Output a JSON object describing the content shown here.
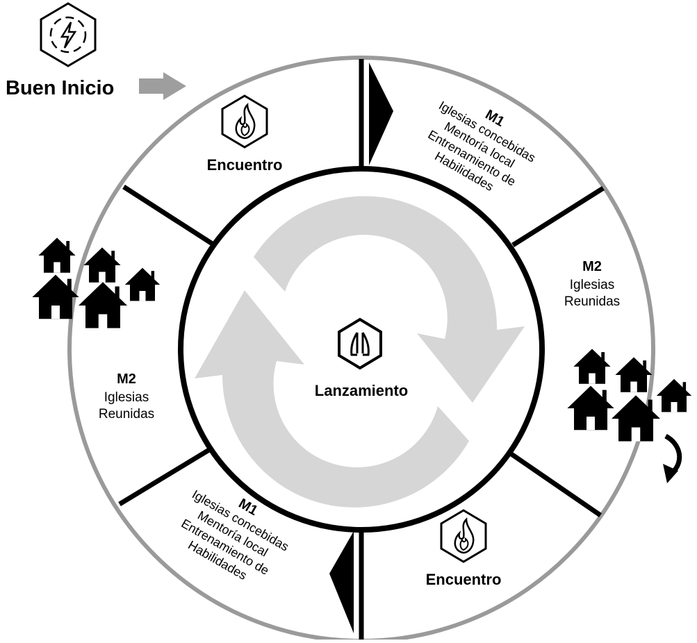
{
  "start": {
    "label": "Buen Inicio",
    "icon": "lightning-hexagon-icon"
  },
  "center": {
    "label": "Lanzamiento",
    "icon": "praying-hands-hexagon-icon",
    "cycle_icon": "cycle-arrows-icon"
  },
  "segments": {
    "encuentro_top": {
      "label": "Encuentro",
      "icon": "flame-hexagon-icon"
    },
    "m1_top": {
      "title": "M1",
      "lines": [
        "Iglesias concebidas",
        "Mentoría local",
        "Entrenamiento de",
        "Habilidades"
      ]
    },
    "m2_right": {
      "title": "M2",
      "lines": [
        "Iglesias",
        "Reunidas"
      ]
    },
    "encuentro_bottom": {
      "label": "Encuentro",
      "icon": "flame-hexagon-icon"
    },
    "m1_bottom": {
      "title": "M1",
      "lines": [
        "Iglesias concebidas",
        "Mentoría local",
        "Entrenamiento de",
        "Habilidades"
      ]
    },
    "m2_left": {
      "title": "M2",
      "lines": [
        "Iglesias",
        "Reunidas"
      ]
    }
  },
  "icons": [
    "houses-cluster-icon",
    "curved-arrow-icon"
  ],
  "colors": {
    "ring": "#9a9a9a",
    "cycle": "#d6d6d6",
    "ink": "#000000",
    "arrow_gray": "#9e9e9e"
  }
}
